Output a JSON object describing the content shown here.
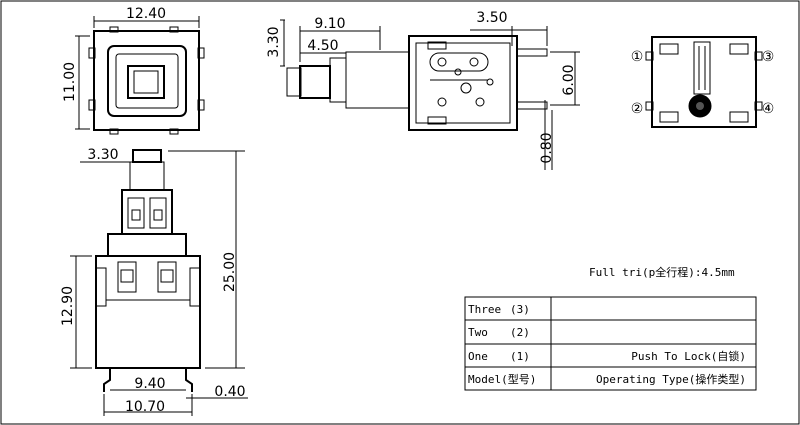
{
  "dims": {
    "top_width": "12.40",
    "top_height": "11.00",
    "side_length": "9.10",
    "side_plunger_height": "3.30",
    "side_plunger_inner": "4.50",
    "side_pin_len": "3.50",
    "side_pin_spacing": "6.00",
    "side_pin_thk": "0.80",
    "front_plunger": "3.30",
    "front_total_height": "25.00",
    "front_body_height": "12.90",
    "front_pin_spacing": "9.40",
    "front_pin_thk": "0.40",
    "front_width": "10.70"
  },
  "pin_labels": [
    "①",
    "②",
    "③",
    "④"
  ],
  "travel_note": "Full tri(p全行程):4.5mm",
  "table": {
    "rows": [
      {
        "label": "Three",
        "num": "(3)",
        "value": ""
      },
      {
        "label": "Two",
        "num": "(2)",
        "value": ""
      },
      {
        "label": "One",
        "num": "(1)",
        "value": "Push To Lock(自锁)"
      },
      {
        "label": "Model(型号)",
        "num": "",
        "value": "Operating Type(操作类型)"
      }
    ]
  }
}
